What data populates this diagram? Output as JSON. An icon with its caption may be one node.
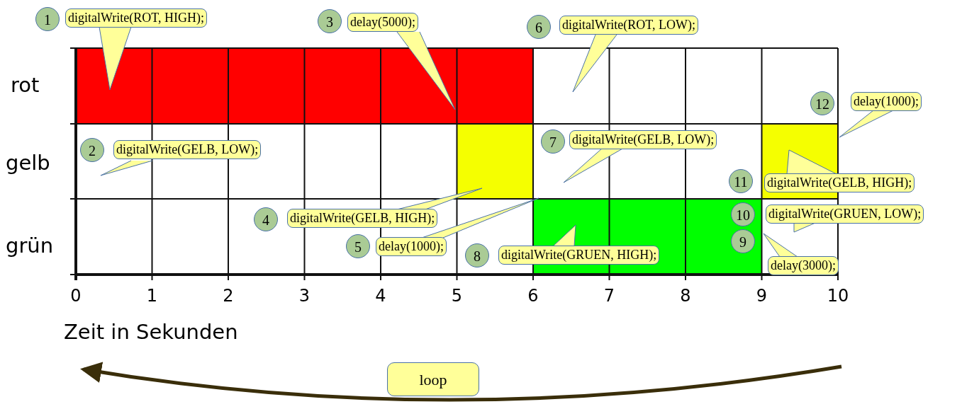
{
  "diagram": {
    "labels": [
      "1",
      "digitalWrite(ROT, HIGH);",
      "3",
      "delay(5000);",
      "6",
      "digitalWrite(ROT, LOW);",
      "rot",
      "12",
      "delay(1000);",
      "2",
      "digitalWrite(GELB, LOW);",
      "7",
      "digitalWrite(GELB, LOW);",
      "gelb",
      "11",
      "digitalWrite(GELB, HIGH);",
      "4",
      "digitalWrite(GELB, HIGH);",
      "10",
      "digitalWrite(GRUEN, LOW);",
      "5",
      "delay(1000);",
      "8",
      "digitalWrite(GRUEN, HIGH);",
      "9",
      "grün",
      "delay(3000);",
      "0",
      "1",
      "2",
      "3",
      "4",
      "5",
      "6",
      "7",
      "8",
      "9",
      "10",
      "Zeit in Sekunden",
      "loop"
    ]
  }
}
